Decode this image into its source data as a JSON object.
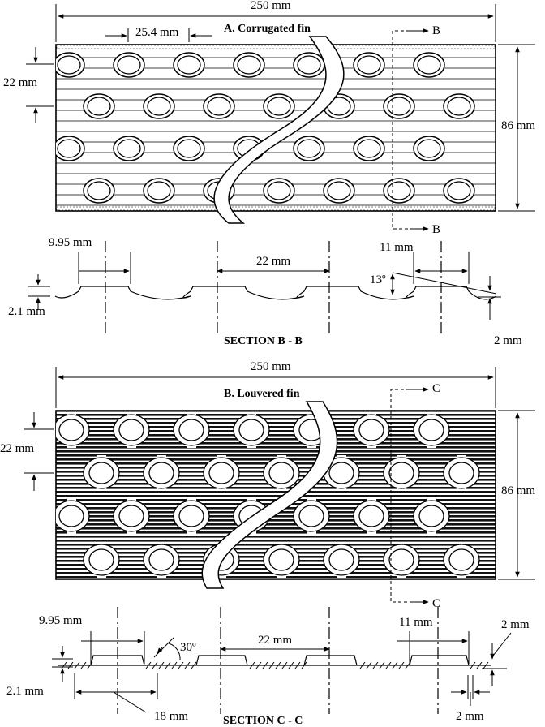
{
  "panel_a": {
    "title": "A. Corrugated fin",
    "width_dim": "250 mm",
    "pitch_dim": "25.4 mm",
    "row_dim": "22 mm",
    "height_dim": "86 mm",
    "section_marker": "B"
  },
  "section_b": {
    "title": "SECTION B - B",
    "collar_dim": "9.95 mm",
    "spacing_dim": "22 mm",
    "collar2_dim": "11 mm",
    "angle_dim": "13º",
    "height_dim": "2.1 mm",
    "right_dim": "2 mm"
  },
  "panel_b": {
    "title": "B. Louvered fin",
    "width_dim": "250 mm",
    "row_dim": "22 mm",
    "height_dim": "86 mm",
    "section_marker": "C"
  },
  "section_c": {
    "title": "SECTION C - C",
    "collar_dim": "9.95 mm",
    "angle_dim": "30º",
    "spacing_dim": "22 mm",
    "collar2_dim": "11 mm",
    "height_dim": "2.1 mm",
    "louver_dim": "18 mm",
    "right_dim": "2 mm",
    "pitch_dim": "2 mm"
  }
}
